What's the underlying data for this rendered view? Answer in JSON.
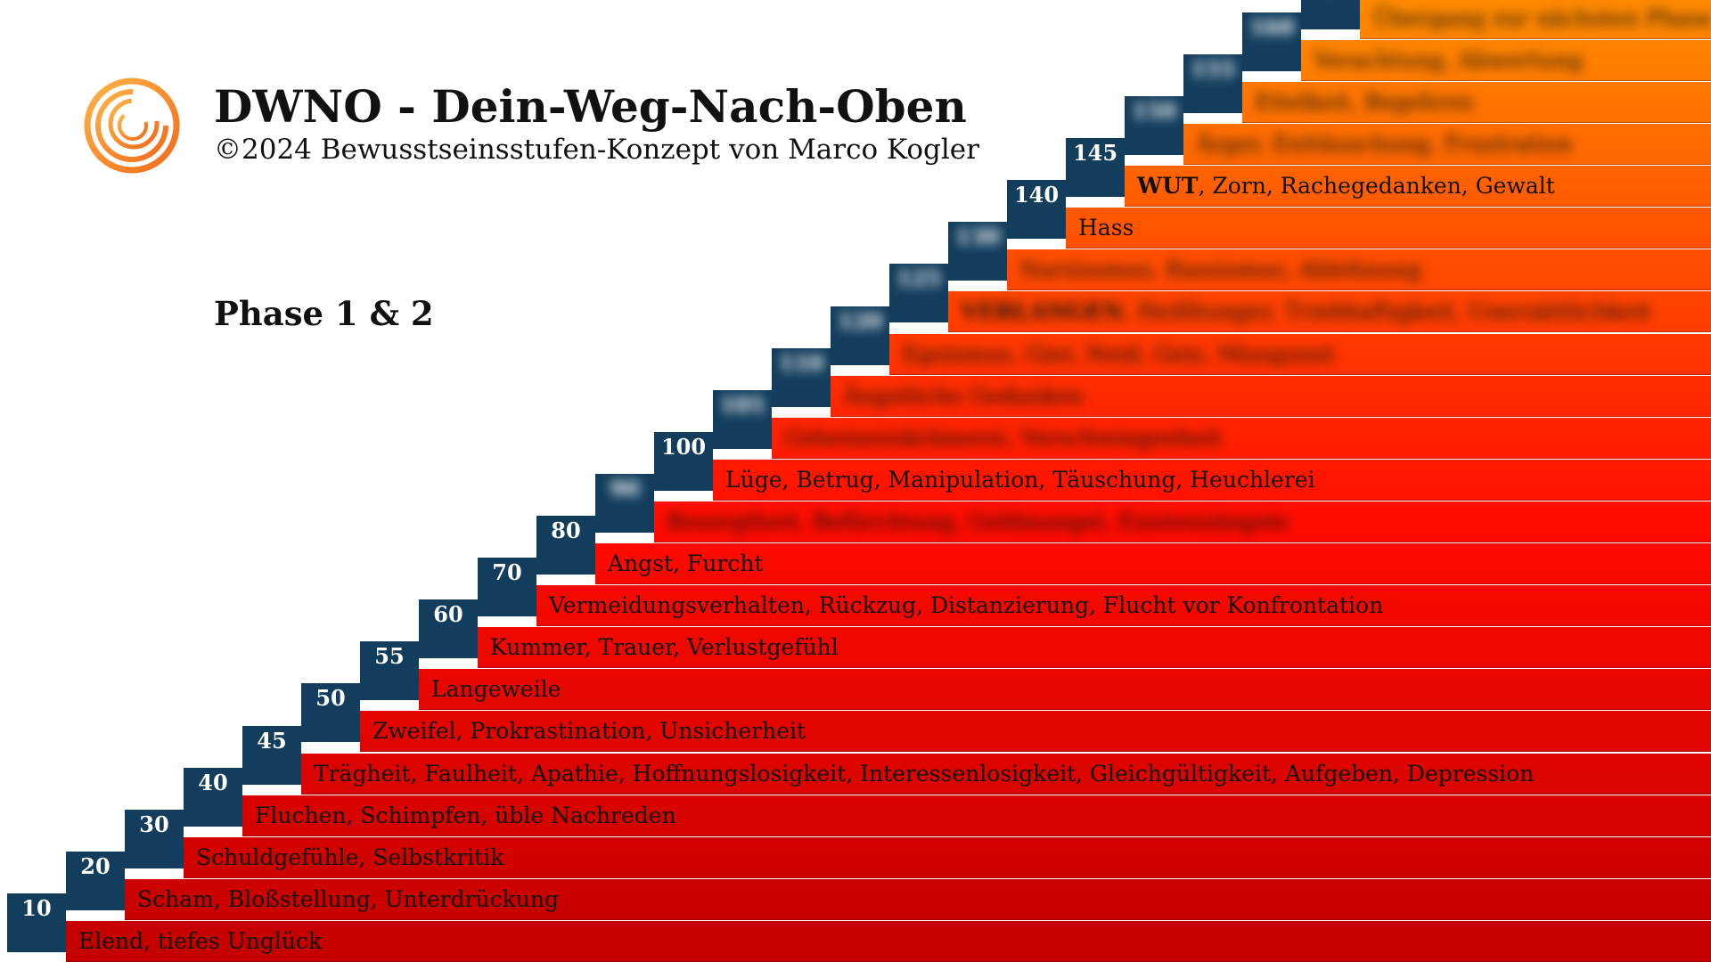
{
  "header": {
    "title": "DWNO - Dein-Weg-Nach-Oben",
    "subtitle": "©2024  Bewusstseinsstufen-Konzept von Marco Kogler",
    "logo_icon": "orange-spiral-logo-icon"
  },
  "phase_label": "Phase 1 & 2",
  "colors": {
    "box": "#123d5c",
    "bar_bottom": "#c40000",
    "bar_mid": "#ff0a00",
    "bar_top": "#ff8a00"
  },
  "stairs": [
    {
      "level": "10",
      "text": "Elend, tiefes Unglück",
      "blurred": false
    },
    {
      "level": "20",
      "text": "Scham, Bloßstellung, Unterdrückung",
      "blurred": false
    },
    {
      "level": "30",
      "text": "Schuldgefühle, Selbstkritik",
      "blurred": false
    },
    {
      "level": "40",
      "text": "Fluchen, Schimpfen, üble Nachreden",
      "blurred": false
    },
    {
      "level": "45",
      "text": "Trägheit, Faulheit, Apathie, Hoffnungslosigkeit, Interessenlosigkeit, Gleichgültigkeit, Aufgeben, Depression",
      "blurred": false
    },
    {
      "level": "50",
      "text": "Zweifel, Prokrastination, Unsicherheit",
      "blurred": false
    },
    {
      "level": "55",
      "text": "Langeweile",
      "blurred": false
    },
    {
      "level": "60",
      "text": "Kummer, Trauer, Verlustgefühl",
      "blurred": false
    },
    {
      "level": "70",
      "text": "Vermeidungsverhalten, Rückzug, Distanzierung, Flucht vor Konfrontation",
      "blurred": false
    },
    {
      "level": "80",
      "text": "Angst, Furcht",
      "blurred": false
    },
    {
      "level": "90",
      "text": "Besorgtheit, Befürchtung, Geldmangel, Existenzängste",
      "blurred": true
    },
    {
      "level": "100",
      "text": "Lüge, Betrug, Manipulation, Täuschung, Heuchlerei",
      "blurred": false
    },
    {
      "level": "105",
      "text": "Geheimniskrämerei, Verschwiegenheit",
      "blurred": true
    },
    {
      "level": "110",
      "text": "Ängstliche Gedanken",
      "blurred": true
    },
    {
      "level": "120",
      "text": "Egoismus, Gier, Neid, Geiz, Missgunst",
      "blurred": true
    },
    {
      "level": "125",
      "text": "VERLANGEN, Heißhunger, Triebhaftigkeit, Unersättlichkeit",
      "blurred": true,
      "bold_first": "VERLANGEN"
    },
    {
      "level": "130",
      "text": "Narzissmus, Rassismus, Ablehnung",
      "blurred": true
    },
    {
      "level": "140",
      "text": "Hass",
      "blurred": false
    },
    {
      "level": "145",
      "text": "WUT, Zorn, Rachegedanken, Gewalt",
      "blurred": false,
      "bold_first": "WUT"
    },
    {
      "level": "150",
      "text": "Ärger, Enttäuschung, Frustration",
      "blurred": true
    },
    {
      "level": "155",
      "text": "Eitelkeit, Begehren",
      "blurred": true
    },
    {
      "level": "160",
      "text": "Verachtung, Abwertung",
      "blurred": true
    },
    {
      "level": "?",
      "text": "Übergang zur nächsten Phase",
      "blurred": true
    }
  ]
}
